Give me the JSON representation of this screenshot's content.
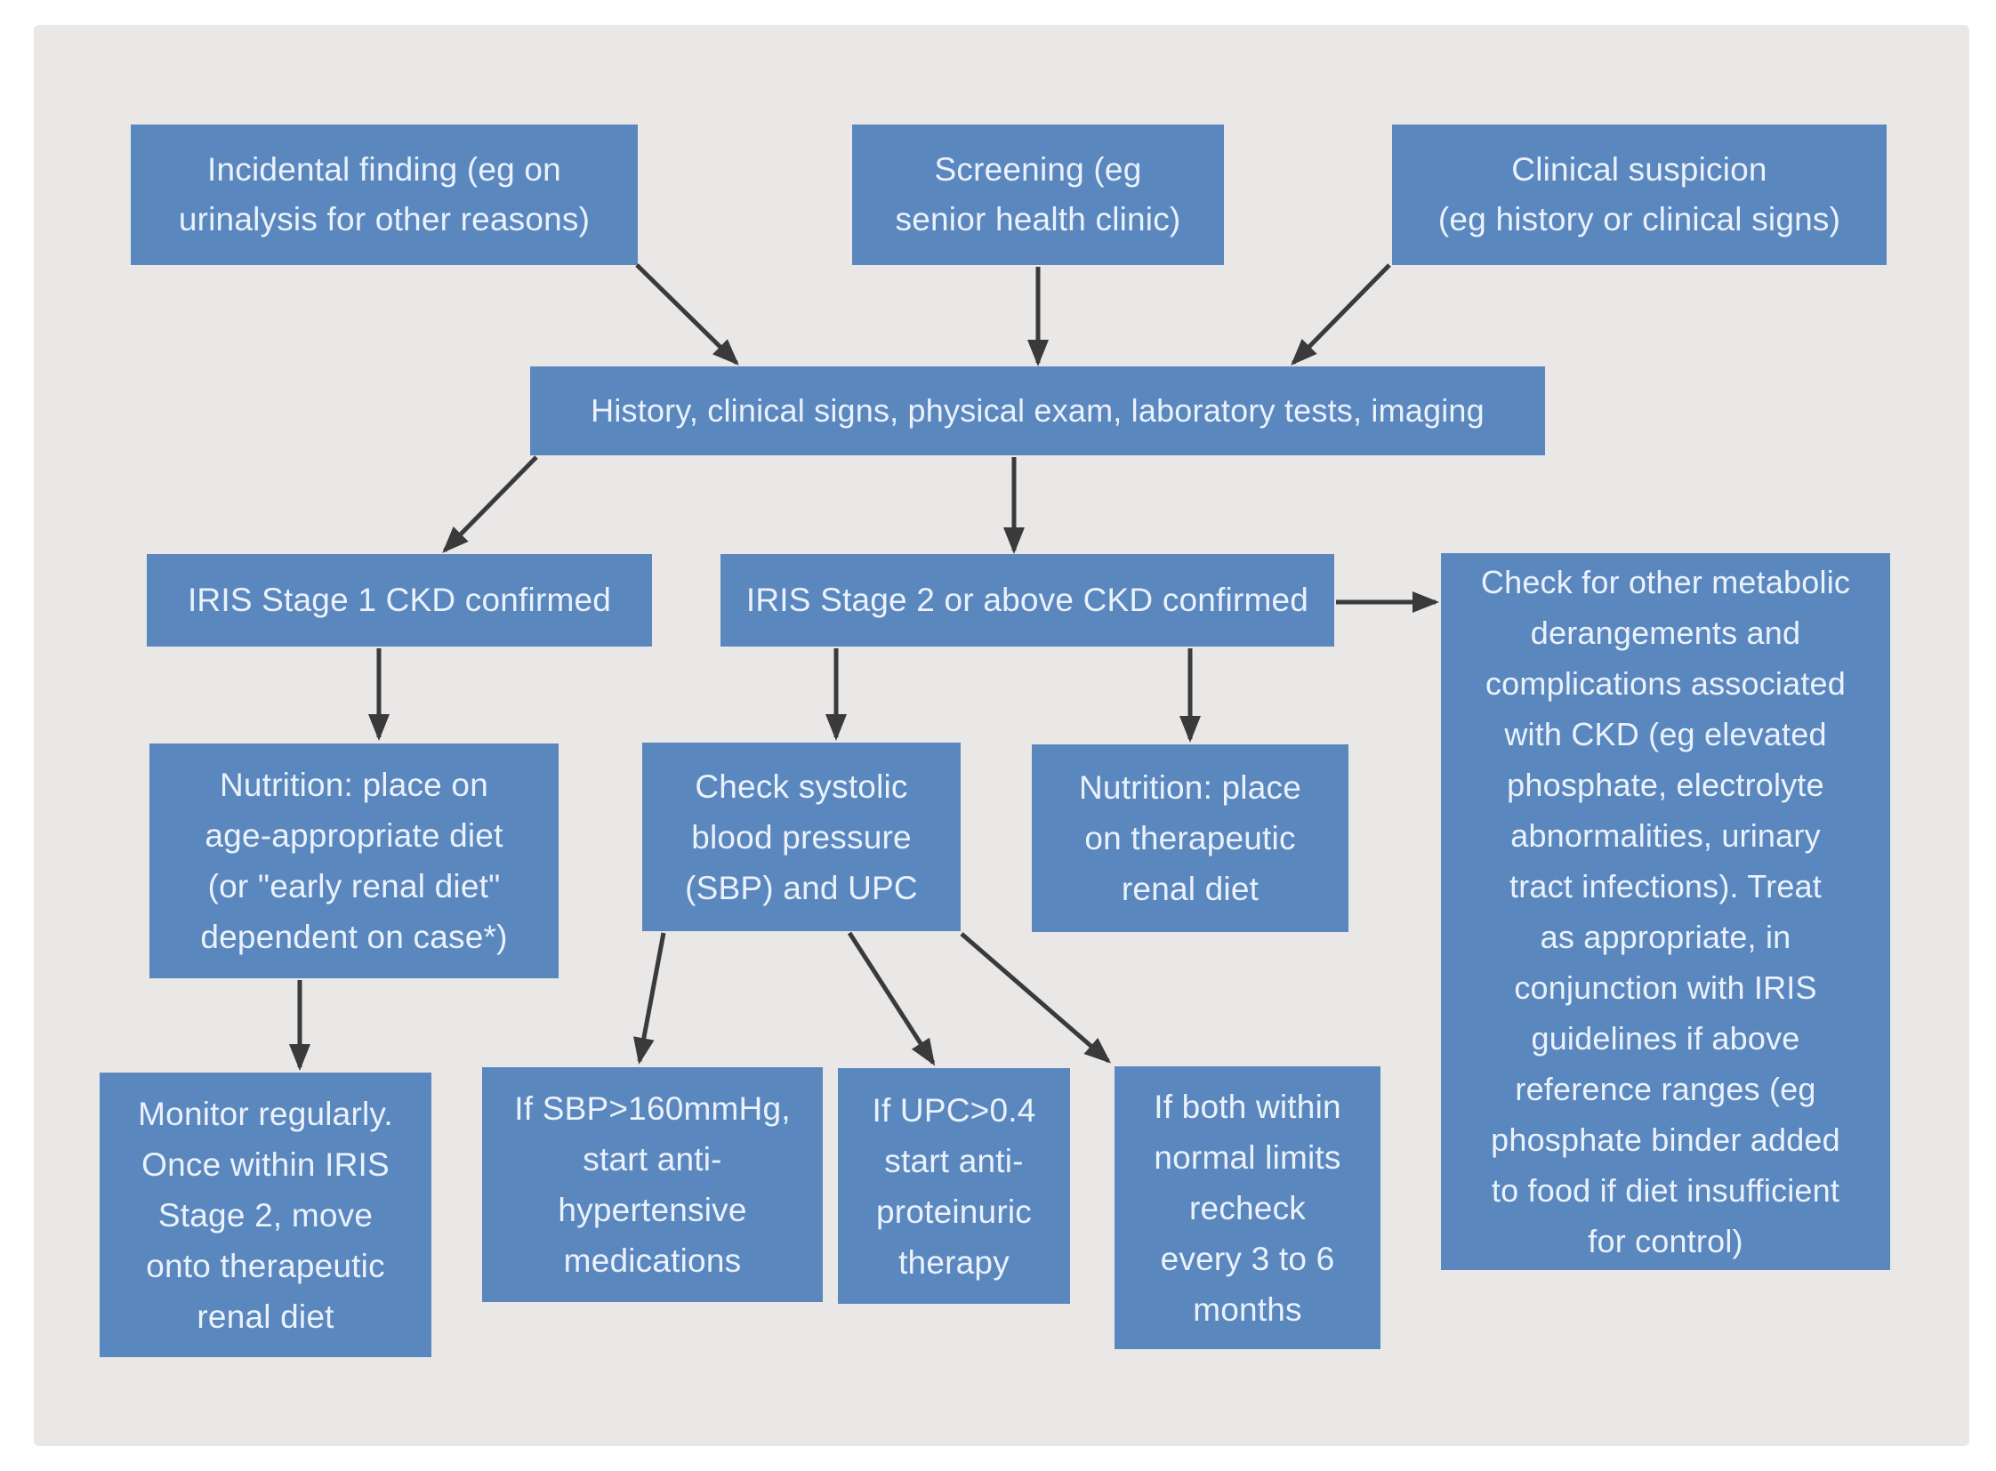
{
  "colors": {
    "page_bg": "#ffffff",
    "panel_bg": "#e9e8e7",
    "node_fill": "#5b87bf",
    "node_text": "#eaf2fb",
    "arrow": "#3a3a3c"
  },
  "nodes": {
    "incidental": {
      "text": "Incidental finding (eg on\nurinalysis for other reasons)"
    },
    "screening": {
      "text": "Screening (eg\nsenior health clinic)"
    },
    "suspicion": {
      "text": "Clinical suspicion\n(eg history or clinical signs)"
    },
    "workup": {
      "text": "History, clinical signs, physical exam, laboratory tests, imaging"
    },
    "stage1": {
      "text": "IRIS Stage 1 CKD confirmed"
    },
    "stage2": {
      "text": "IRIS Stage 2 or above CKD confirmed"
    },
    "metabolic": {
      "text": "Check for other metabolic\nderangements and\ncomplications associated\nwith CKD (eg elevated\nphosphate, electrolyte\nabnormalities, urinary\ntract infections). Treat\nas appropriate, in\nconjunction with IRIS\nguidelines if above\nreference ranges (eg\nphosphate binder added\nto food if diet insufficient\nfor control)"
    },
    "nutrition_age": {
      "text": "Nutrition: place on\nage-appropriate diet\n(or \"early renal diet\"\ndependent on case*)"
    },
    "check_sbp": {
      "text": "Check systolic\nblood pressure\n(SBP) and UPC"
    },
    "nutrition_renal": {
      "text": "Nutrition: place\non therapeutic\nrenal diet"
    },
    "monitor": {
      "text": "Monitor regularly.\nOnce within IRIS\nStage 2, move\nonto therapeutic\nrenal diet"
    },
    "sbp_high": {
      "text": "If SBP>160mmHg,\nstart anti-\nhypertensive\nmedications"
    },
    "upc_high": {
      "text": "If UPC>0.4\nstart anti-\nproteinuric\ntherapy"
    },
    "both_normal": {
      "text": "If both within\nnormal limits\nrecheck\nevery 3 to 6\nmonths"
    }
  },
  "edges": [
    {
      "from": "incidental",
      "to": "workup"
    },
    {
      "from": "screening",
      "to": "workup"
    },
    {
      "from": "suspicion",
      "to": "workup"
    },
    {
      "from": "workup",
      "to": "stage1"
    },
    {
      "from": "workup",
      "to": "stage2"
    },
    {
      "from": "stage2",
      "to": "metabolic"
    },
    {
      "from": "stage1",
      "to": "nutrition_age"
    },
    {
      "from": "stage2",
      "to": "check_sbp"
    },
    {
      "from": "stage2",
      "to": "nutrition_renal"
    },
    {
      "from": "nutrition_age",
      "to": "monitor"
    },
    {
      "from": "check_sbp",
      "to": "sbp_high"
    },
    {
      "from": "check_sbp",
      "to": "upc_high"
    },
    {
      "from": "check_sbp",
      "to": "both_normal"
    }
  ]
}
